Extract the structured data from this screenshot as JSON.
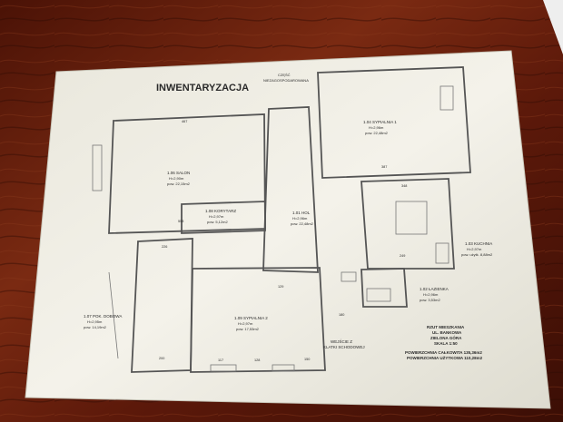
{
  "plan": {
    "title": "INWENTARYZACJA",
    "common_part": "CZĘŚĆ",
    "common_part_2": "NIEZAGOSPODAROWANA",
    "entrance": "WEJŚCIE Z",
    "entrance_2": "KLATKI SCHODOWEJ",
    "rooms": [
      {
        "name": "1.06 SALON",
        "h": "H=2,90m",
        "area": "pow. 22,15m2"
      },
      {
        "name": "1.04 SYPIALNIA 1",
        "h": "H=2,96m",
        "area": "pow. 22,48m2"
      },
      {
        "name": "1.08 KORYTARZ",
        "h": "H=2,97m",
        "area": "pow. 5,12m2"
      },
      {
        "name": "1.01 HOL",
        "h": "H=2,96m",
        "area": "pow. 22,48m2"
      },
      {
        "name": "1.03 KUCHNIA",
        "h": "H=2,97m",
        "area": "pow. użytk. 8,88m2"
      },
      {
        "name": "1.07 POK. DOBOWA",
        "h": "H=2,95m",
        "area": "pow. 14,19m2"
      },
      {
        "name": "1.09 SYPIALNIA 2",
        "h": "H=2,97m",
        "area": "pow. 17,53m2"
      },
      {
        "name": "1.02 ŁAZIENKA",
        "h": "H=2,96m",
        "area": "pow. 3,53m2"
      }
    ],
    "info": {
      "line1": "RZUT MIESZKANIA",
      "line2": "UL. BANKOWA",
      "line3": "ZIELONA GÓRA",
      "line4": "SKALA 1:50",
      "line5": "POWIERZCHNIA CAŁKOWITA 135,36m2",
      "line6": "POWIERZCHNIA UŻYTKOWA 110,28m2"
    },
    "dims": {
      "d1": "467",
      "d2": "553",
      "d3": "348",
      "d4": "200",
      "d5": "128",
      "d6": "117",
      "d7": "150",
      "d8": "180",
      "d9": "249",
      "d10": "387",
      "d11": "226",
      "d12": "129"
    }
  },
  "colors": {
    "wood": "#6b1f10",
    "paper": "#f1efe4",
    "ink": "#3a3a3a"
  }
}
